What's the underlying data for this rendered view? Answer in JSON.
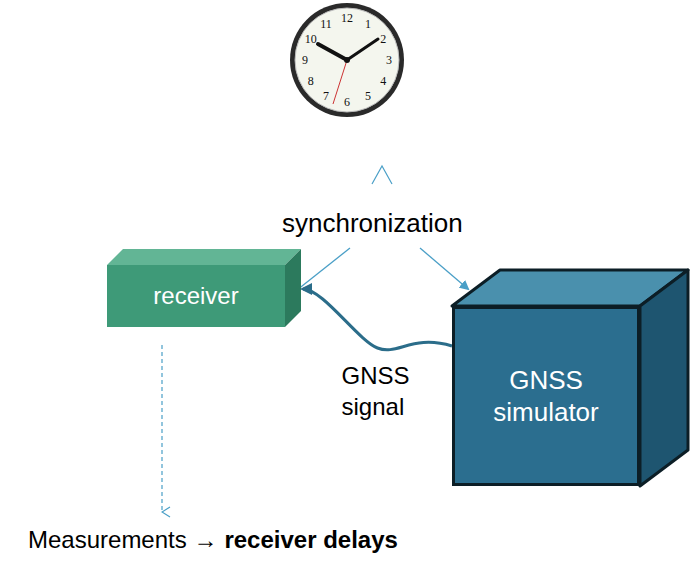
{
  "diagram": {
    "nodes": [
      {
        "text": [
          "receiver"
        ]
      },
      {
        "text": [
          "GNSS simulator"
        ]
      }
    ],
    "edges": [
      {
        "from": 1,
        "to": 0,
        "label": "GNSS signal",
        "arrow": "to"
      }
    ],
    "labels": [
      "12",
      "1",
      "2",
      "3",
      "4",
      "5",
      "6",
      "7",
      "8",
      "9",
      "10",
      "11",
      "synchronization",
      "Measurements →",
      "receiver delays"
    ]
  }
}
